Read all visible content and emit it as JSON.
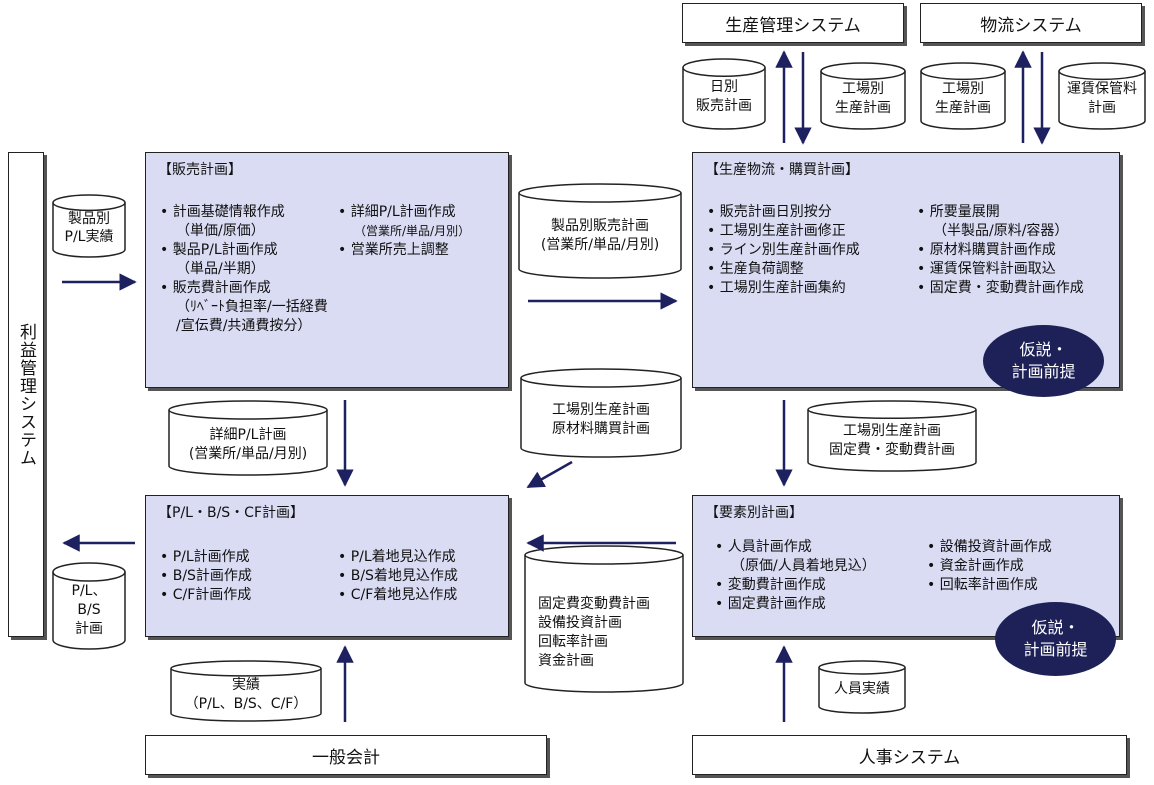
{
  "systems": {
    "production": "生産管理システム",
    "logistics": "物流システム",
    "profit": "利益管理システム",
    "accounting": "一般会計",
    "hr": "人事システム"
  },
  "sales_plan": {
    "title": "【販売計画】",
    "col1": {
      "i1": "計画基礎情報作成",
      "i1s": "（単価/原価）",
      "i2": "製品P/L計画作成",
      "i2s": "（単品/半期）",
      "i3": "販売費計画作成",
      "i3s1": "（ﾘﾍﾞｰﾄ負担率/一括経費",
      "i3s2": "/宣伝費/共通費按分）"
    },
    "col2": {
      "i1": "詳細P/L計画作成",
      "i1s": "（営業所/単品/月別）",
      "i2": "営業所売上調整"
    }
  },
  "prod_plan": {
    "title": "【生産物流・購買計画】",
    "col1": [
      "販売計画日別按分",
      "工場別生産計画修正",
      "ライン別生産計画作成",
      "生産負荷調整",
      "工場別生産計画集約"
    ],
    "col2": {
      "i1": "所要量展開",
      "i1s": "（半製品/原料/容器）",
      "i2": "原材料購買計画作成",
      "i3": "運賃保管料計画取込",
      "i4": "固定費・変動費計画作成"
    }
  },
  "pl_plan": {
    "title": "【P/L・B/S・CF計画】",
    "col1": [
      "P/L計画作成",
      "B/S計画作成",
      "C/F計画作成"
    ],
    "col2": [
      "P/L着地見込作成",
      "B/S着地見込作成",
      "C/F着地見込作成"
    ]
  },
  "factor_plan": {
    "title": "【要素別計画】",
    "col1": {
      "i1": "人員計画作成",
      "i1s": "（原価/人員着地見込）",
      "i2": "変動費計画作成",
      "i3": "固定費計画作成"
    },
    "col2": [
      "設備投資計画作成",
      "資金計画作成",
      "回転率計画作成"
    ]
  },
  "hypothesis": {
    "line1": "仮説・",
    "line2": "計画前提"
  },
  "db": {
    "daily_sales": [
      "日別",
      "販売計画"
    ],
    "factory_prod1": [
      "工場別",
      "生産計画"
    ],
    "factory_prod2": [
      "工場別",
      "生産計画"
    ],
    "freight": [
      "運賃保管料",
      "計画"
    ],
    "product_pl": [
      "製品別",
      "P/L実績"
    ],
    "product_sales": [
      "製品別販売計画",
      "(営業所/単品/月別)"
    ],
    "detail_pl": [
      "詳細P/L計画",
      "(営業所/単品/月別)"
    ],
    "factory_material": [
      "工場別生産計画",
      "原材料購買計画"
    ],
    "factory_cost": [
      "工場別生産計画",
      "固定費・変動費計画"
    ],
    "plbs": [
      "P/L、",
      "B/S",
      "計画"
    ],
    "cost_group": [
      "固定費変動費計画",
      "設備投資計画",
      "回転率計画",
      "資金計画"
    ],
    "actual": [
      "実績",
      "（P/L、B/S、C/F）"
    ],
    "staff_actual": [
      "人員実績"
    ]
  }
}
